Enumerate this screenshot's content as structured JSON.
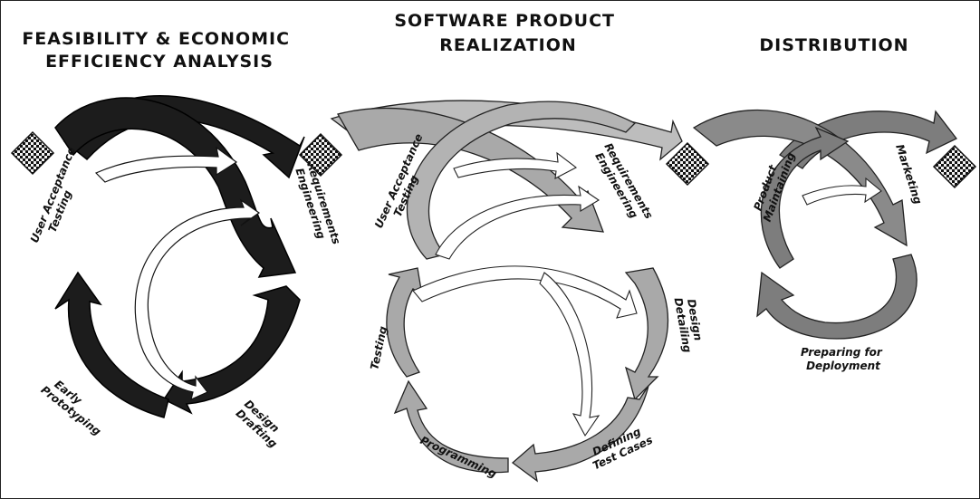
{
  "diagram": {
    "phases": [
      {
        "title_lines": [
          "FEASIBILITY & ECONOMIC",
          "EFFICIENCY ANALYSIS"
        ],
        "fill_color": "#1c1c1c",
        "steps": [
          "User Acceptance Testing",
          "Requirements Engineering",
          "Design Drafting",
          "Early Prototyping"
        ]
      },
      {
        "title_lines": [
          "SOFTWARE PRODUCT",
          "REALIZATION"
        ],
        "fill_color": "#a9a9a9",
        "steps": [
          "User Acceptance Testing",
          "Requirements Engineering",
          "Design Detailing",
          "Defining Test Cases",
          "Programming",
          "Testing"
        ]
      },
      {
        "title_lines": [
          "DISTRIBUTION"
        ],
        "fill_color": "#7d7d7d",
        "steps": [
          "Product Maintaining",
          "Marketing",
          "Preparing for Deployment"
        ]
      }
    ],
    "labels": {
      "p1_uat_1": "User Acceptance",
      "p1_uat_2": "Testing",
      "p1_req_1": "Requirements",
      "p1_req_2": "Engineering",
      "p1_design_1": "Design",
      "p1_design_2": "Drafting",
      "p1_early_1": "Early",
      "p1_early_2": "Prototyping",
      "p2_uat_1": "User Acceptance",
      "p2_uat_2": "Testing",
      "p2_req_1": "Requirements",
      "p2_req_2": "Engineering",
      "p2_design_1": "Design",
      "p2_design_2": "Detailing",
      "p2_def_1": "Defining",
      "p2_def_2": "Test Cases",
      "p2_prog": "Programming",
      "p2_test": "Testing",
      "p3_prod_1": "Product",
      "p3_prod_2": "Maintaining",
      "p3_mkt": "Marketing",
      "p3_prep_1": "Preparing for",
      "p3_prep_2": "Deployment"
    },
    "gate_icon": "checkered-diamond-gate-icon"
  }
}
